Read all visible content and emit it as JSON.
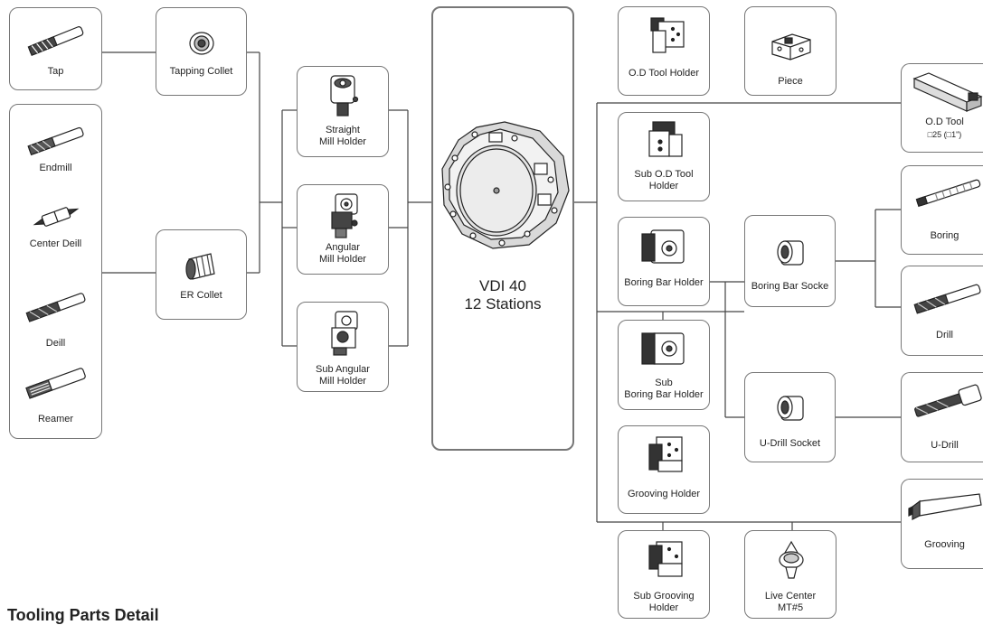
{
  "hub": {
    "line1": "VDI 40",
    "line2": "12 Stations"
  },
  "section_title": "Tooling Parts Detail",
  "left_tools": {
    "tap": "Tap",
    "endmill": "Endmill",
    "center_drill": "Center Deill",
    "drill": "Deill",
    "reamer": "Reamer"
  },
  "collets": {
    "tapping": "Tapping Collet",
    "er": "ER Collet"
  },
  "mill_holders": {
    "straight": "Straight\nMill Holder",
    "angular": "Angular\nMill Holder",
    "sub_angular": "Sub Angular\nMill Holder"
  },
  "holders": {
    "od": "O.D Tool Holder",
    "sub_od": "Sub O.D Tool\nHolder",
    "boring_bar": "Boring Bar Holder",
    "sub_boring_bar": "Sub\nBoring Bar Holder",
    "grooving": "Grooving Holder",
    "sub_grooving": "Sub Grooving\nHolder"
  },
  "right_items": {
    "piece": "Piece",
    "live_center": "Live Center\nMT#5",
    "boring_bar_socket": "Boring Bar Socke",
    "u_drill_socket": "U-Drill Socket"
  },
  "right_tools": {
    "od_tool": "O.D Tool",
    "od_tool_size": "□25 (□1\")",
    "boring": "Boring",
    "drill": "Drill",
    "u_drill": "U-Drill",
    "grooving": "Grooving"
  }
}
